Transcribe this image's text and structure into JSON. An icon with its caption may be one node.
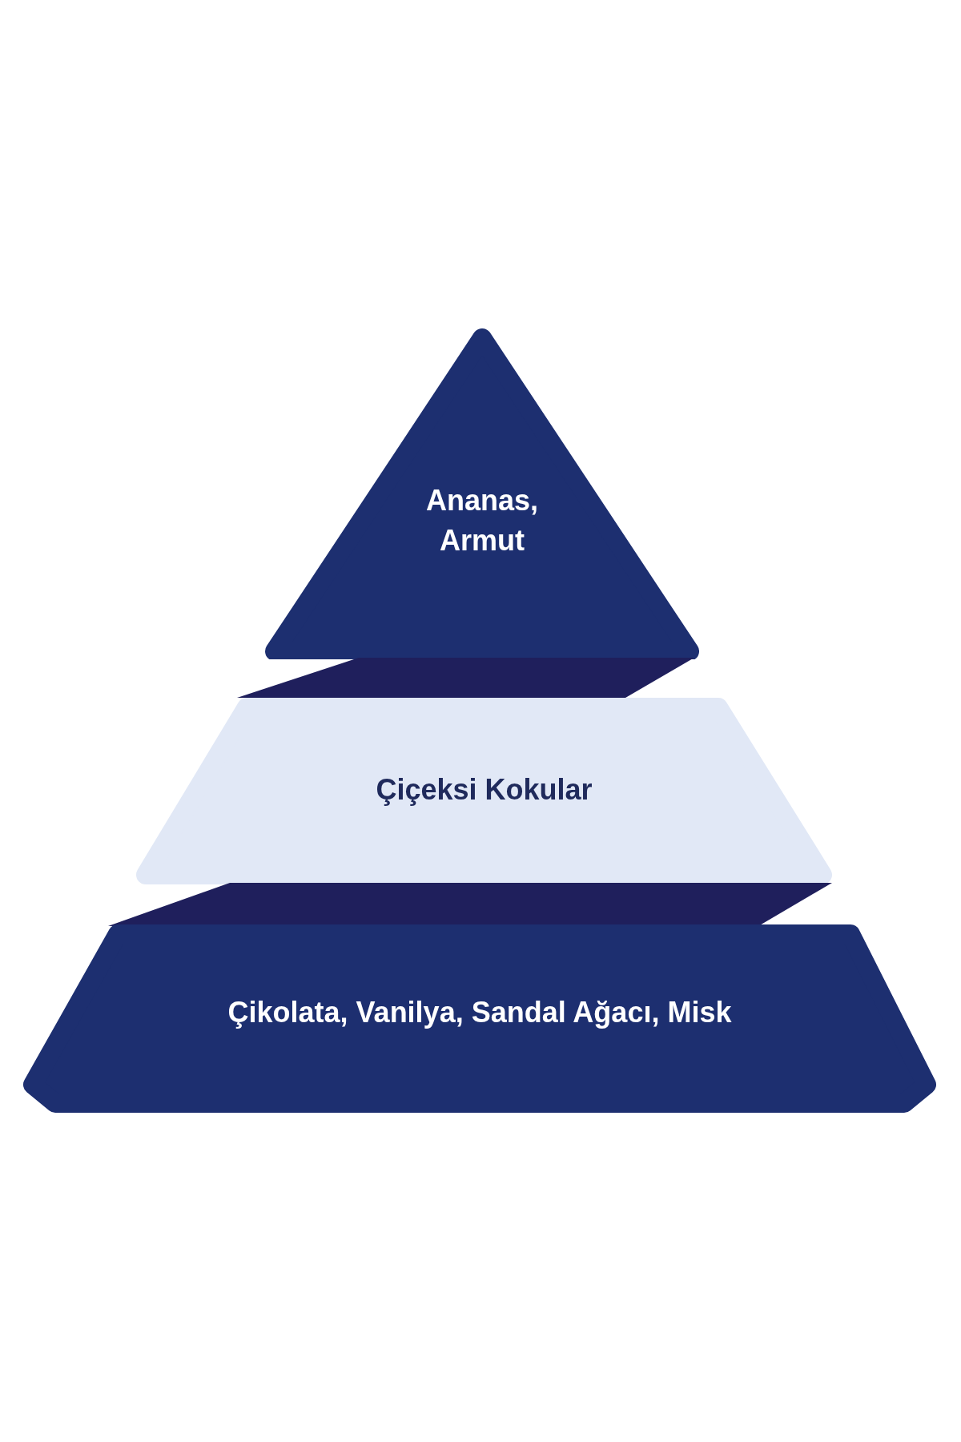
{
  "diagram": {
    "nodes": [
      {
        "text": [
          "Ananas, Armut"
        ]
      },
      {
        "text": [],
        "shape": "band"
      },
      {
        "text": [
          "Çiçeksi Kokular"
        ]
      },
      {
        "text": [],
        "shape": "band"
      },
      {
        "text": [
          "Çikolata, Vanilya, Sandal Ağacı, Misk"
        ]
      }
    ]
  }
}
